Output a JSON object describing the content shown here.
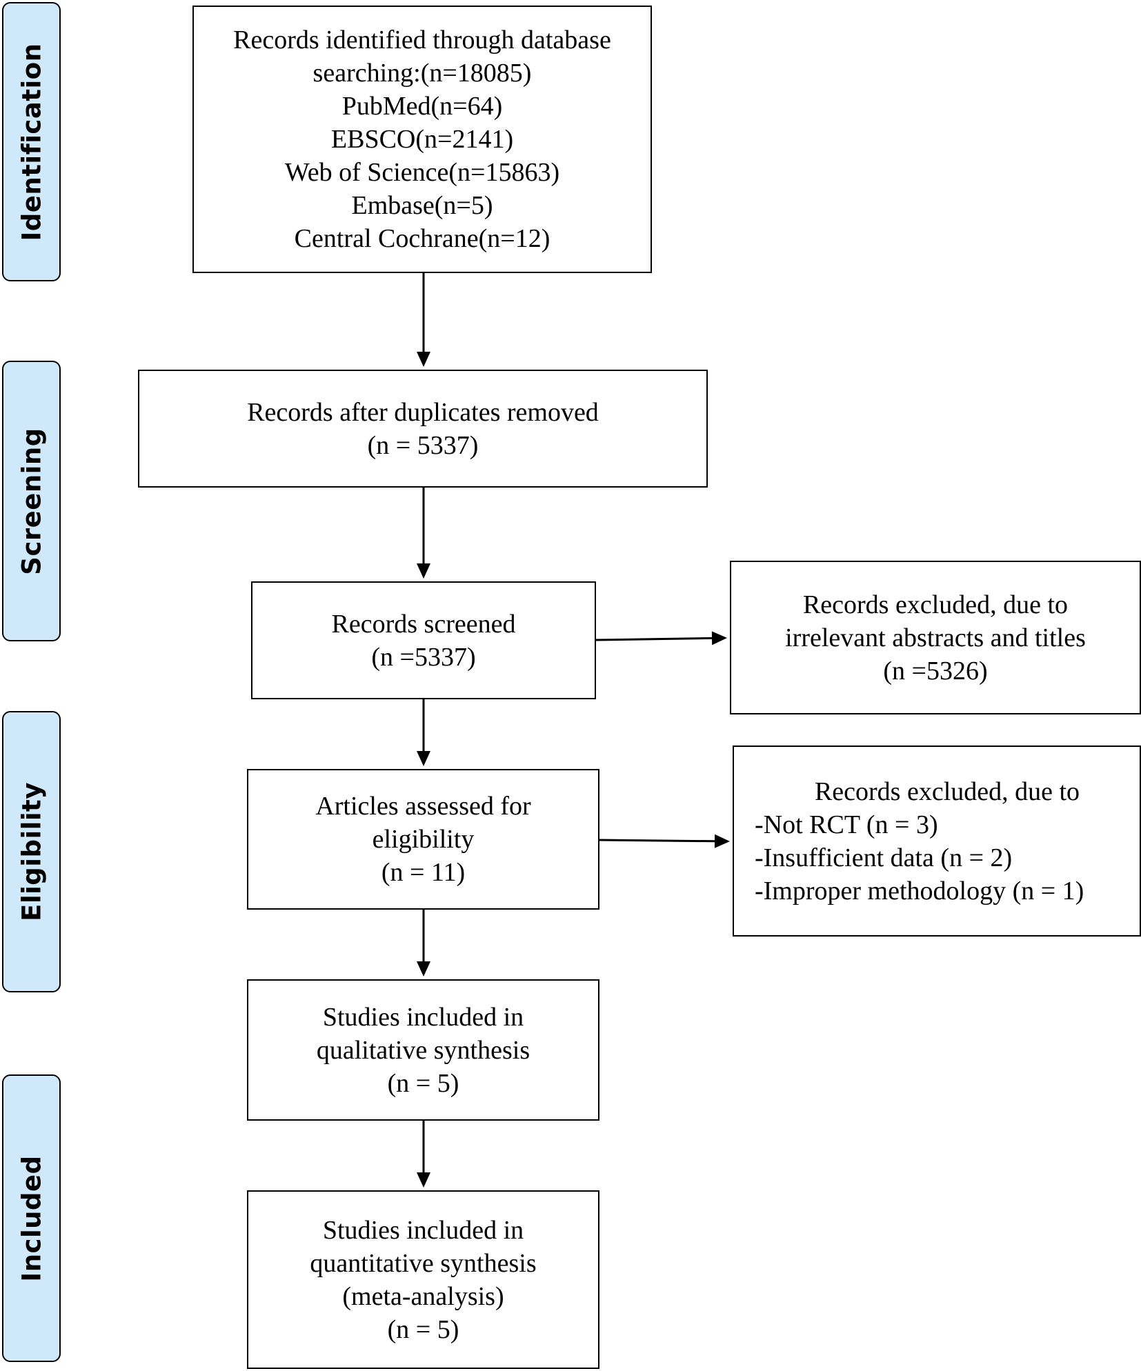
{
  "phases": [
    {
      "id": "identification",
      "label": "Identification"
    },
    {
      "id": "screening",
      "label": "Screening"
    },
    {
      "id": "eligibility",
      "label": "Eligibility"
    },
    {
      "id": "included",
      "label": "Included"
    }
  ],
  "boxes": {
    "identified": {
      "lines": [
        "Records identified through database",
        "searching:(n=18085)",
        "PubMed(n=64)",
        "EBSCO(n=2141)",
        "Web of Science(n=15863)",
        "Embase(n=5)",
        "Central Cochrane(n=12)"
      ]
    },
    "duplicates_removed": {
      "lines": [
        "Records after duplicates removed",
        "(n = 5337)"
      ]
    },
    "screened": {
      "lines": [
        "Records screened",
        "(n =5337)"
      ]
    },
    "excluded_screening": {
      "lines": [
        "Records excluded, due to",
        "irrelevant abstracts and titles",
        "(n =5326)"
      ]
    },
    "eligibility": {
      "lines": [
        "Articles assessed for",
        "eligibility",
        "(n = 11)"
      ]
    },
    "excluded_eligibility": {
      "lines": [
        "Records excluded, due to",
        "-Not RCT (n = 3)",
        "-Insufficient data (n = 2)",
        "-Improper methodology (n = 1)"
      ]
    },
    "qualitative": {
      "lines": [
        "Studies included in",
        "qualitative synthesis",
        "(n = 5)"
      ]
    },
    "quantitative": {
      "lines": [
        "Studies included in",
        "quantitative synthesis",
        "(meta-analysis)",
        "(n = 5)"
      ]
    }
  }
}
